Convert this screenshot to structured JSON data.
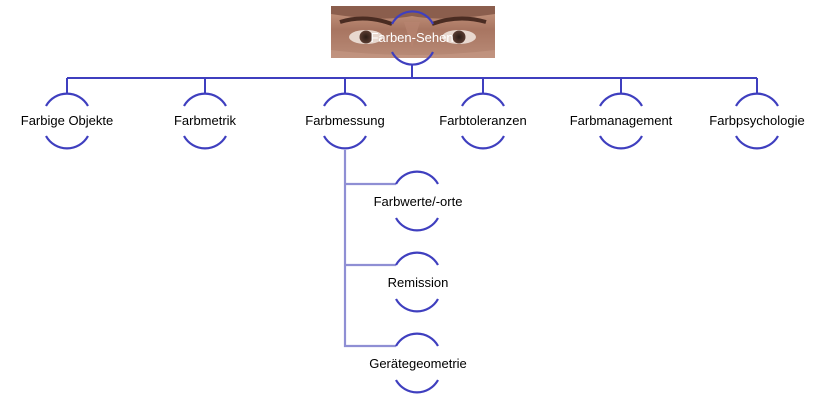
{
  "root": {
    "label": "Farben-Sehen",
    "image": "eyes-photo"
  },
  "categories": [
    {
      "label": "Farbige Objekte"
    },
    {
      "label": "Farbmetrik"
    },
    {
      "label": "Farbmessung"
    },
    {
      "label": "Farbtoleranzen"
    },
    {
      "label": "Farbmanagement"
    },
    {
      "label": "Farbpsychologie"
    }
  ],
  "subitems": [
    {
      "label": "Farbwerte/-orte"
    },
    {
      "label": "Remission"
    },
    {
      "label": "Gerätegeometrie"
    }
  ],
  "colors": {
    "line": "#3f3fbf",
    "subline": "#8f8fd4",
    "text": "#000000"
  }
}
